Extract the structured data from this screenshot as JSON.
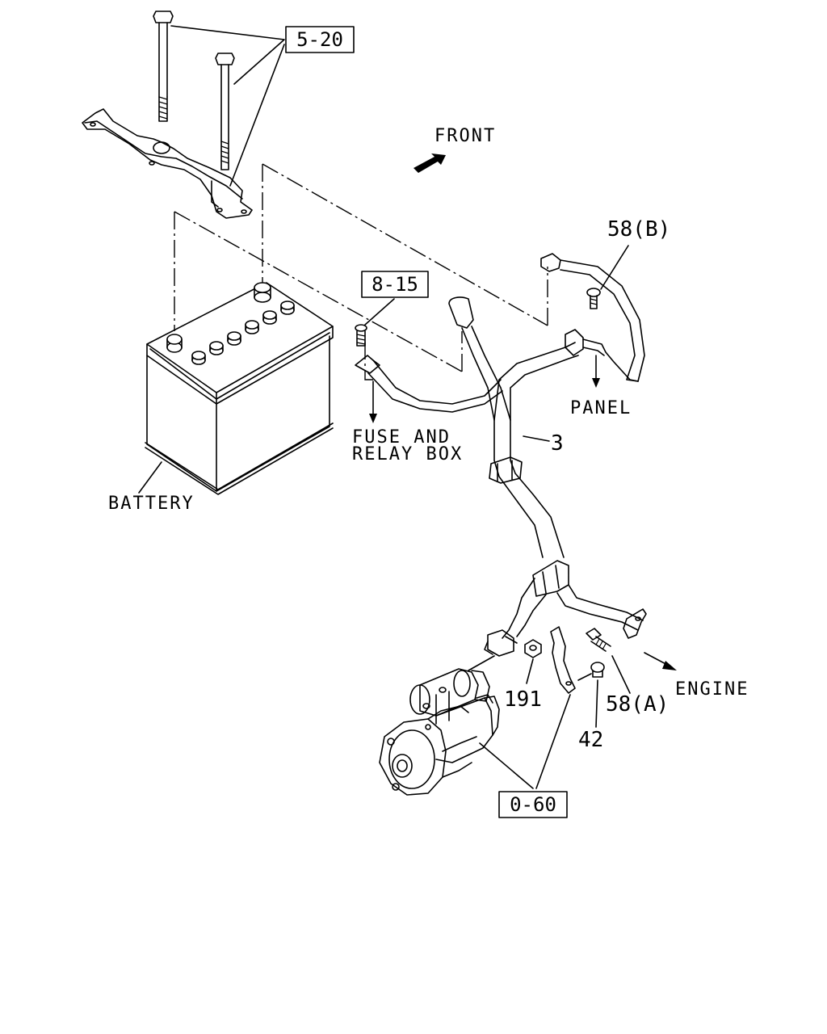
{
  "labels": {
    "front": "FRONT",
    "battery": "BATTERY",
    "fuse_line1": "FUSE AND",
    "fuse_line2": "RELAY BOX",
    "panel": "PANEL",
    "engine": "ENGINE"
  },
  "refs": {
    "ref_5_20": "5-20",
    "ref_8_15": "8-15",
    "ref_0_60": "0-60"
  },
  "callouts": {
    "c3": "3",
    "c58b": "58(B)",
    "c58a": "58(A)",
    "c191": "191",
    "c42": "42"
  },
  "icons": {
    "front": "front-arrow-icon",
    "arrows": "direction-arrow-icon"
  }
}
